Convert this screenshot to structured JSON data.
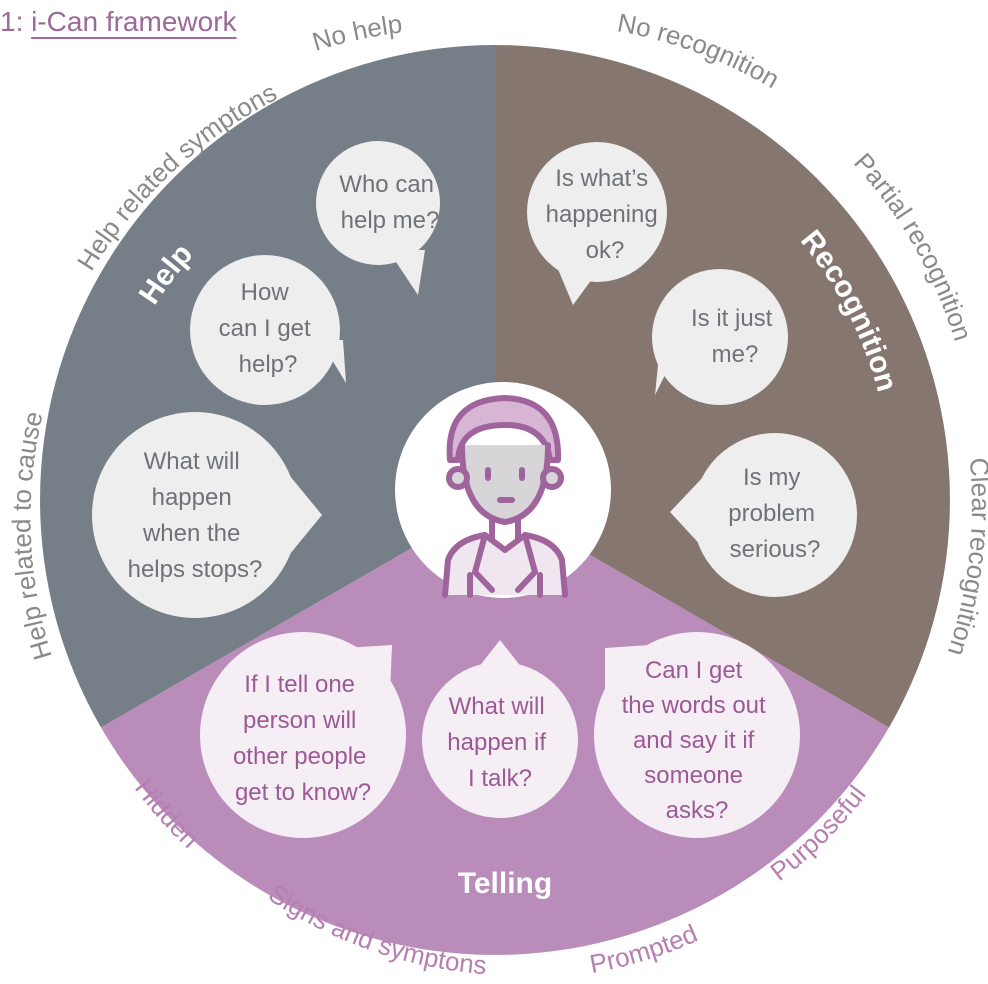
{
  "title": {
    "prefix": "1: ",
    "link_text": "i-Can framework"
  },
  "segments": {
    "help": "Help",
    "recognition": "Recognition",
    "telling": "Telling"
  },
  "outer_labels": {
    "no_help": "No help",
    "help_related_symptons": "Help related symptons",
    "help_related_to_cause": "Help related to cause",
    "no_recognition": "No recognition",
    "partial_recognition": "Partial recognition",
    "clear_recognition": "Clear recognition",
    "hidden": "Hidden",
    "signs_and_symptons": "Signs and symptons",
    "prompted": "Prompted",
    "purposeful": "Purposeful"
  },
  "questions": {
    "help": [
      [
        "Who can",
        "help me?"
      ],
      [
        "How",
        "can I get",
        "help?"
      ],
      [
        "What will",
        "happen",
        "when the",
        "helps stops?"
      ]
    ],
    "recognition": [
      [
        "Is what’s",
        "happening",
        "ok?"
      ],
      [
        "Is it just",
        "me?"
      ],
      [
        "Is my",
        "problem",
        "serious?"
      ]
    ],
    "telling": [
      [
        "If I tell one",
        "person will",
        "other people",
        "get to know?"
      ],
      [
        "What will",
        "happen if",
        "I talk?"
      ],
      [
        "Can I get",
        "the words out",
        "and say it if",
        "someone",
        "asks?"
      ]
    ]
  },
  "colors": {
    "help": "#767e87",
    "recognition": "#857670",
    "telling": "#b98cb9",
    "bubble_light": "#eeeeee",
    "bubble_pink": "#f5eef5",
    "avatar_outline": "#a0649c"
  },
  "icons": {
    "center": "person-avatar-icon"
  }
}
